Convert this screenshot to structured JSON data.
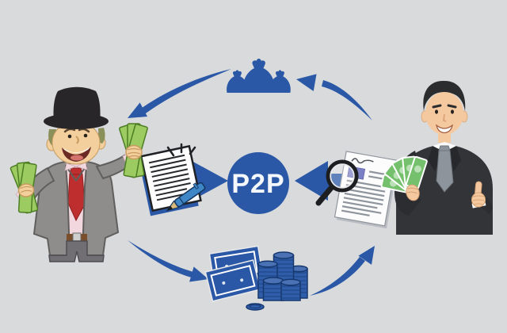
{
  "diagram": {
    "center_label": "P2P",
    "colors": {
      "background": "#d9dadc",
      "primary_blue": "#2a58a6",
      "label_text": "#f4f7fb",
      "money_green": "#9ccb62",
      "note_green": "#74c06c",
      "lender_suit": "#8f8d8b",
      "lender_shirt": "#f2d7de",
      "lender_tie": "#bf2e2e",
      "borrower_suit": "#323438",
      "borrower_tie": "#8d949b",
      "paper_white": "#fdfdfe",
      "pen_blue": "#3f86c6"
    },
    "icons": [
      "money-bags-icon",
      "contract-pen-icon",
      "document-magnifier-icon",
      "banknotes-coins-icon"
    ],
    "characters": [
      "lender-character",
      "borrower-character"
    ],
    "arrows": [
      "flow-arrow-top-left",
      "flow-arrow-top-right",
      "flow-arrow-bottom-left",
      "flow-arrow-bottom-right",
      "hub-arrow-left",
      "hub-arrow-right"
    ]
  }
}
